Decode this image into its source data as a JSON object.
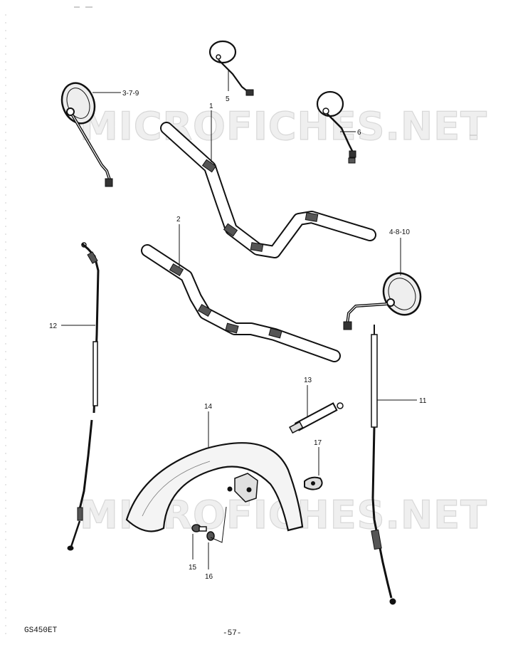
{
  "watermark": "MICROFICHES.NET",
  "callouts": {
    "c1": "1",
    "c2": "2",
    "c379": "3-7-9",
    "c4810": "4-8-10",
    "c5": "5",
    "c6": "6",
    "c11": "11",
    "c12": "12",
    "c13": "13",
    "c14": "14",
    "c15": "15",
    "c16": "16",
    "c17": "17"
  },
  "footer": {
    "model": "GS450ET",
    "page": "-57-"
  }
}
